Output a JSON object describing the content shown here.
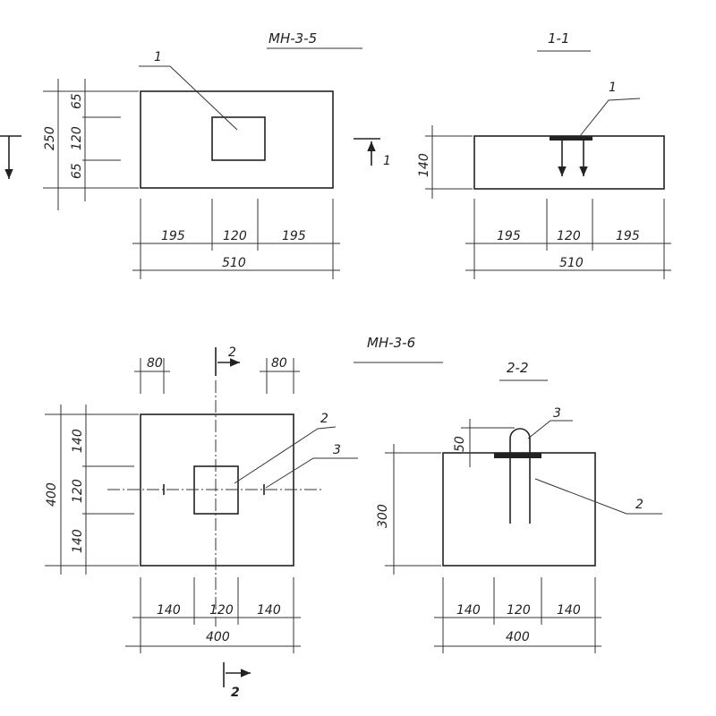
{
  "views": {
    "mn35": {
      "title": "МН-3-5",
      "leader": "1",
      "height_total": "250",
      "height_parts": [
        "65",
        "120",
        "65"
      ],
      "width_parts": [
        "195",
        "120",
        "195"
      ],
      "width_total": "510",
      "section_mark": "1"
    },
    "section11": {
      "title": "1-1",
      "leader": "1",
      "height": "140",
      "width_parts": [
        "195",
        "120",
        "195"
      ],
      "width_total": "510"
    },
    "mn36": {
      "title": "МН-3-6",
      "leader_plate": "2",
      "leader_bar": "3",
      "top_offsets": [
        "80",
        "80"
      ],
      "height_total": "400",
      "height_parts": [
        "140",
        "120",
        "140"
      ],
      "width_parts": [
        "140",
        "120",
        "140"
      ],
      "width_total": "400",
      "section_mark_top": "2",
      "section_mark_bottom": "2"
    },
    "section22": {
      "title": "2-2",
      "leader_loop": "3",
      "leader_plate": "2",
      "loop_height": "50",
      "height": "300",
      "width_parts": [
        "140",
        "120",
        "140"
      ],
      "width_total": "400"
    }
  }
}
